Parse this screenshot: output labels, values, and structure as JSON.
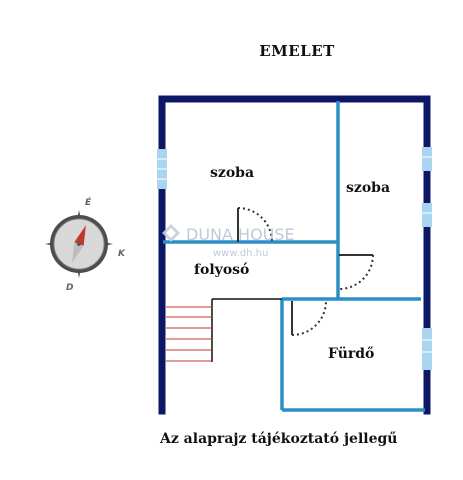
{
  "plan": {
    "title": "EMELET",
    "disclaimer": "Az alaprajz tájékoztató jellegű"
  },
  "rooms": [
    {
      "key": "room_1",
      "label": "szoba"
    },
    {
      "key": "room_2",
      "label": "szoba"
    },
    {
      "key": "corridor",
      "label": "folyosó"
    },
    {
      "key": "bathroom",
      "label": "Fürdő"
    }
  ],
  "compass": {
    "north": "É",
    "east": "K",
    "south": "D"
  },
  "watermark": {
    "brand": "DUNA HOUSE",
    "url": "www.dh.hu"
  },
  "colors": {
    "outer_wall": "#0d1766",
    "inner_wall": "#2a8fc7",
    "window": "#a9d5f0",
    "stairs": "#c0392b"
  }
}
